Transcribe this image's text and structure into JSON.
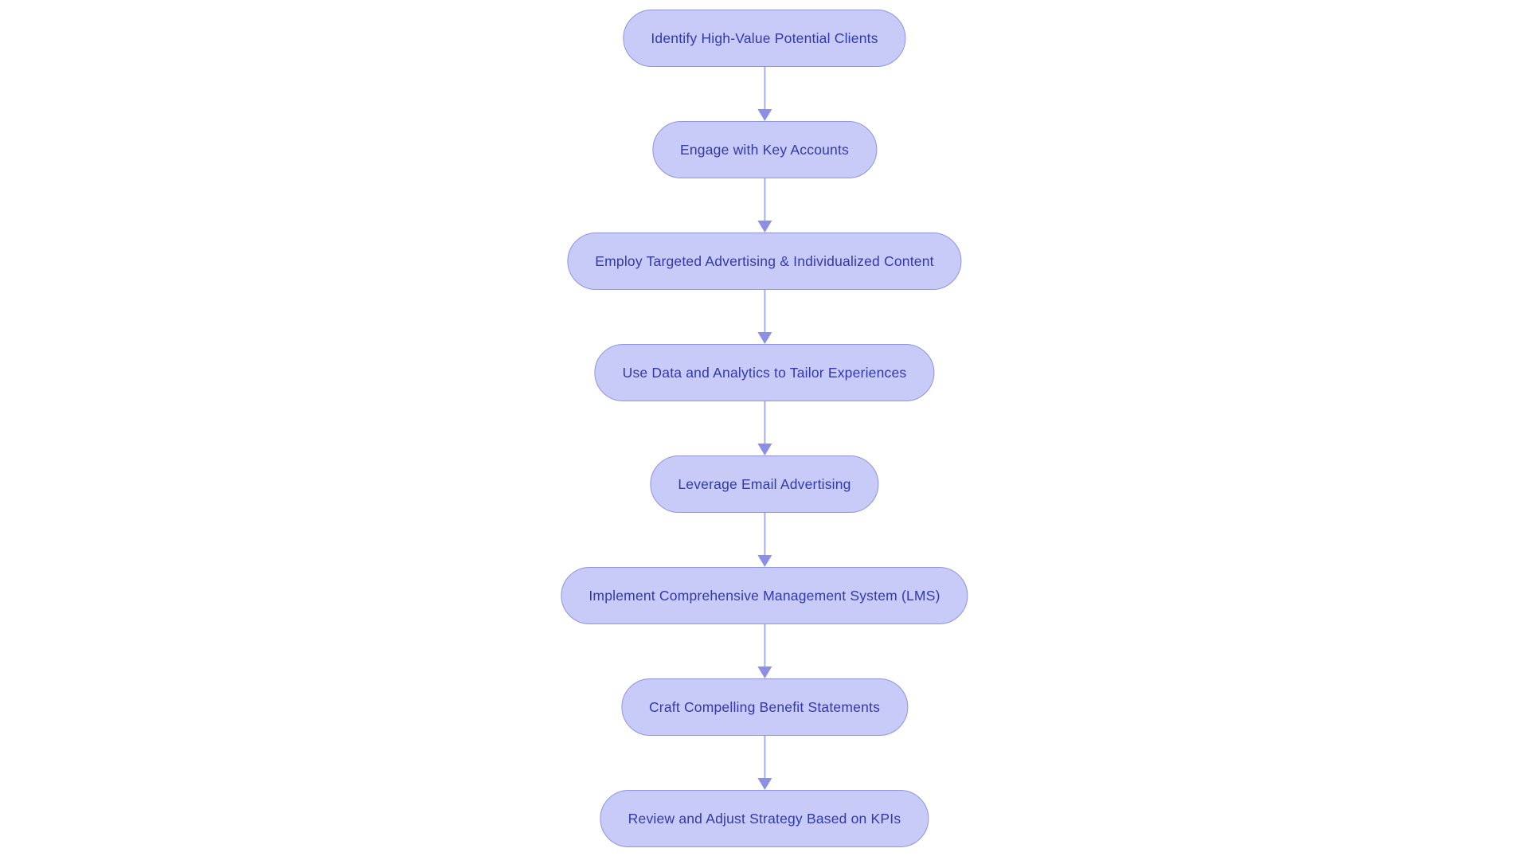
{
  "diagram": {
    "type": "flowchart",
    "direction": "top-down",
    "nodes": [
      {
        "label": "Identify High-Value Potential Clients"
      },
      {
        "label": "Engage with Key Accounts"
      },
      {
        "label": "Employ Targeted Advertising & Individualized Content"
      },
      {
        "label": "Use Data and Analytics to Tailor Experiences"
      },
      {
        "label": "Leverage Email Advertising"
      },
      {
        "label": "Implement Comprehensive Management System (LMS)"
      },
      {
        "label": "Craft Compelling Benefit Statements"
      },
      {
        "label": "Review and Adjust Strategy Based on KPIs"
      }
    ],
    "edges": [
      {
        "from": 0,
        "to": 1
      },
      {
        "from": 1,
        "to": 2
      },
      {
        "from": 2,
        "to": 3
      },
      {
        "from": 3,
        "to": 4
      },
      {
        "from": 4,
        "to": 5
      },
      {
        "from": 5,
        "to": 6
      },
      {
        "from": 6,
        "to": 7
      }
    ],
    "colors": {
      "background": "#ffffff",
      "node_fill": "#c8caf7",
      "node_border": "#8f94e4",
      "node_text": "#3239ad",
      "arrow_line": "#a9aeef",
      "arrow_head": "#8b90e7"
    }
  }
}
